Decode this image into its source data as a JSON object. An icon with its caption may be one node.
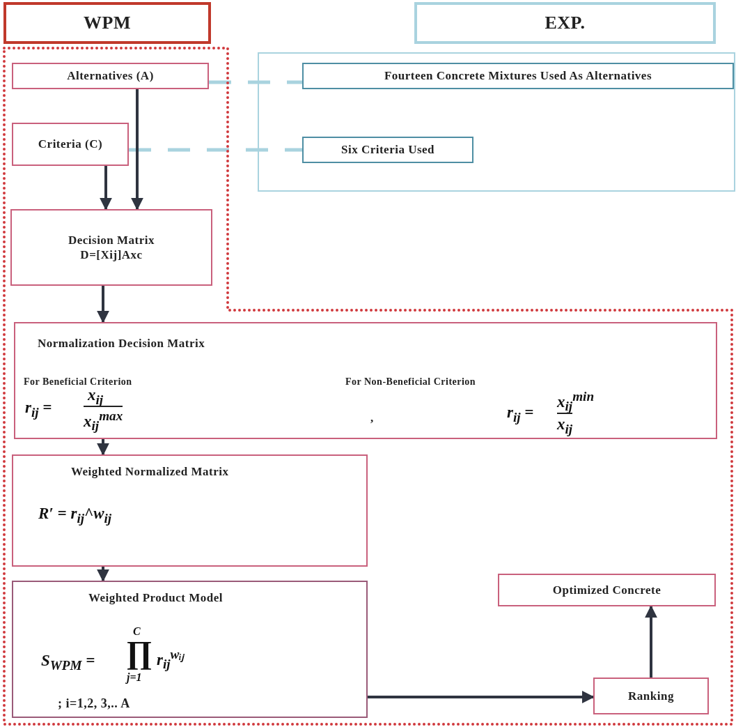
{
  "diagram": {
    "nodes": [
      {
        "text": [
          "WPM"
        ]
      },
      {
        "text": [
          "EXP."
        ]
      },
      {
        "text": [],
        "shape": "box"
      },
      {
        "text": [
          "Alternatives (A)"
        ],
        "in": 2
      },
      {
        "text": [
          "Criteria (C)"
        ],
        "in": 2
      },
      {
        "text": [],
        "shape": "box"
      },
      {
        "text": [
          "Fourteen Concrete Mixtures Used As Alternatives"
        ],
        "in": 5
      },
      {
        "text": [
          "Six Criteria Used"
        ],
        "in": 5
      },
      {
        "text": [
          "Decision Matrix",
          "D=[Xij]Axc"
        ],
        "in": 2
      },
      {
        "text": [
          "Normalization Decision Matrix",
          "For Beneficial Criterion",
          "r$_{ij}$ =",
          "x$_{ij}$",
          "x$_{ij}$$^{max}$",
          ",",
          "For  Non-Beneficial Criterion",
          "r$_{ij}$ =",
          "x$_{ij}$$^{min}$",
          "x$_{ij}$"
        ],
        "in": 2
      },
      {
        "text": [
          "Weighted Normalized Matrix",
          "R′ = r$_{ij}$^w$_{ij}$"
        ],
        "in": 2
      },
      {
        "text": [
          "Weighted Product Model",
          "S$_{WPM}$ =",
          "C",
          "∏",
          "j=1",
          "r$_{ij}$$^{wᵢⱼ}$",
          "; i=1,2, 3,.. A"
        ],
        "in": 2
      },
      {
        "text": [
          "Optimized Concrete"
        ],
        "in": 2
      },
      {
        "text": [
          "Ranking"
        ],
        "in": 2
      }
    ],
    "edges": [
      {
        "from": 3,
        "to": 6,
        "arrow": "none",
        "style": "dashed",
        "color": "#a9d3df"
      },
      {
        "from": 4,
        "to": 7,
        "arrow": "none",
        "style": "dashed",
        "color": "#a9d3df"
      },
      {
        "from": 4,
        "to": 8,
        "arrow": "to"
      },
      {
        "from": 3,
        "to": 8,
        "arrow": "to"
      },
      {
        "from": 8,
        "to": 9,
        "arrow": "to"
      },
      {
        "from": 9,
        "to": 10,
        "arrow": "to"
      },
      {
        "from": 10,
        "to": 11,
        "arrow": "to"
      },
      {
        "from": 11,
        "to": 13,
        "arrow": "to"
      },
      {
        "from": 13,
        "to": 12,
        "arrow": "to"
      }
    ]
  }
}
